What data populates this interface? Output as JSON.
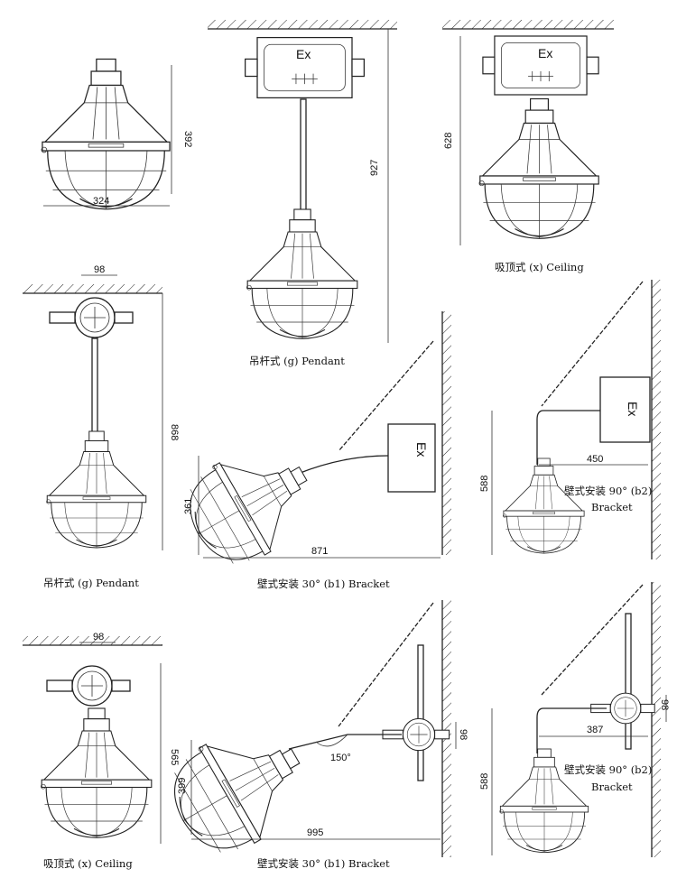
{
  "box_marking": "Ex",
  "views": [
    {
      "id": "lamp-only",
      "dims": {
        "height": "392",
        "width": "324"
      }
    },
    {
      "id": "pendant-top",
      "dims": {
        "height": "927"
      },
      "label": "吊杆式 (g) Pendant"
    },
    {
      "id": "ceiling-top",
      "dims": {
        "height": "628"
      },
      "label": "吸顶式 (x) Ceiling"
    },
    {
      "id": "pendant-mid",
      "dims": {
        "box": "98",
        "height": "868"
      },
      "label": "吊杆式 (g) Pendant"
    },
    {
      "id": "bracket30-mid",
      "dims": {
        "height": "361",
        "width": "871"
      },
      "label": "壁式安装 30°  (b1) Bracket"
    },
    {
      "id": "bracket90-mid",
      "dims": {
        "height": "588",
        "width": "450"
      },
      "label": "壁式安装 90° (b2)",
      "label2": "Bracket"
    },
    {
      "id": "ceiling-bottom",
      "dims": {
        "box": "98",
        "height": "565"
      },
      "label": "吸顶式 (x) Ceiling"
    },
    {
      "id": "bracket30-bottom",
      "dims": {
        "height": "399",
        "width": "995",
        "angle": "150°",
        "box": "98"
      },
      "label": "壁式安装 30°  (b1) Bracket"
    },
    {
      "id": "bracket90-bottom",
      "dims": {
        "height": "588",
        "width": "387",
        "box": "98"
      },
      "label": "壁式安装 90° (b2)",
      "label2": "Bracket"
    }
  ]
}
